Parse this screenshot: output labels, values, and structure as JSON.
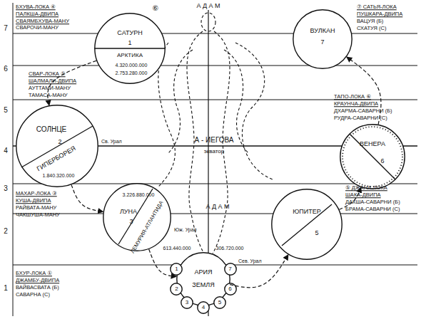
{
  "diagram": {
    "nodes": [
      {
        "text": [
          "САТУРН",
          "1",
          "АРКТИКА",
          "4.320.000.000",
          "2.753.280.000"
        ]
      },
      {
        "text": [
          "ВУЛКАН",
          "7"
        ]
      },
      {
        "text": [
          "СОЛНЦЕ",
          "2",
          "ГИПЕРБОРЕЯ",
          "1.840.320.000"
        ]
      },
      {
        "text": [
          "ВЕНЕРА",
          "6"
        ]
      },
      {
        "text": [
          "3.226.880.000",
          "ЛУНА",
          "3",
          "ЛЕМУРИЯ-АТЛАНТИДА"
        ]
      },
      {
        "text": [
          "ЮПИТЕР",
          "5"
        ]
      },
      {
        "text": [
          "613.440.000",
          "306.720.000",
          "АРИЯ",
          "ЗЕМЛЯ"
        ]
      },
      {
        "text": [
          "1"
        ]
      },
      {
        "text": [
          "2"
        ]
      },
      {
        "text": [
          "3"
        ]
      },
      {
        "text": [
          "4"
        ]
      },
      {
        "text": [
          "5"
        ]
      },
      {
        "text": [
          "6"
        ]
      },
      {
        "text": [
          "7"
        ]
      }
    ],
    "edges": [
      {
        "from": 0,
        "to": 2,
        "arrow": "to"
      },
      {
        "from": 2,
        "to": 4,
        "arrow": "to"
      },
      {
        "from": 4,
        "to": 6,
        "arrow": "to"
      },
      {
        "from": 6,
        "to": 5,
        "arrow": "to"
      },
      {
        "from": 5,
        "to": 3,
        "arrow": "to"
      },
      {
        "from": 3,
        "to": 1,
        "arrow": "to"
      }
    ],
    "labels": [
      "7",
      "6",
      "5",
      "4",
      "3",
      "2",
      "1",
      "БХУВА-ЛОКА ④",
      "ПАЛКША-ДВИПА",
      "СВАЯМБХУВА-МАНУ",
      "СВАРОЧИ-МАНУ",
      "⑥",
      "А Д А М",
      "⑦ САТЬЯ-ЛОКА",
      "ПУШКАРА-ДВИПА",
      "ВАЦУЯ (Б)",
      "СХАТУЯ (С)",
      "СВАР-ЛОКА ⑤",
      "ШАЛМАЛИ-ДВИПА",
      "АУТТАМИ-МАНУ",
      "ТАМАСА-МАНУ",
      "ТАПО-ЛОКА ⑥",
      "КРАУНЧА-ДВИПА",
      "ДХАРМА-САВАРНИ (Б)",
      "РУДРА-САВАРНИ (С)",
      "Св. Урал",
      "А - ИЕГОВА",
      "экватор",
      "МАХАР-ЛОКА ③",
      "КУША-ДВИПА",
      "РАЙВАТА-МАНУ",
      "ЧАКШУША-МАНУ",
      "Юж. Урал",
      "А Д А М",
      "⑤ ДЖАНА-ЛОКА",
      "ШАКА-ДВИПА",
      "ДАКША-САВАРНИ (Б)",
      "БРАМА-САВАРНИ (С)",
      "Сев. Урал",
      "БХУР-ЛОКА ①",
      "ДЖАМБУ-ДВИПА",
      "ВАЙВАСВАТА (Б)",
      "САВАРНА (С)"
    ]
  }
}
